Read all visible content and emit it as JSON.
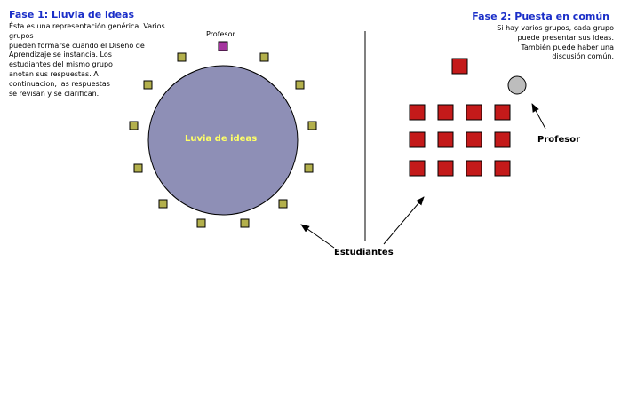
{
  "phase1": {
    "title": "Fase 1: Lluvia de ideas",
    "description": "Ésta es una representación genérica. Varios grupos\npueden formarse cuando el Diseño de\nAprendizaje se instancia. Los\nestudiantes del mismo grupo\nanotan sus respuestas. A\ncontinuacion, las respuestas\nse revisan y se clarifican.",
    "teacher_label": "Profesor",
    "circle_label": "Luvia de ideas",
    "student_count": 12
  },
  "phase2": {
    "title": "Fase 2: Puesta en común",
    "description": "Si hay varios grupos, cada grupo\npuede presentar sus ideas.\nTambién puede haber una\ndiscusión común.",
    "teacher_label": "Profesor",
    "grid_rows": 3,
    "grid_cols": 4
  },
  "students_label": "Estudiantes",
  "colors": {
    "title": "#1a2ec8",
    "circle_fill": "#8e8fb6",
    "circle_label": "#ffff66",
    "student_small": "#b3b04c",
    "teacher_small": "#a4349e",
    "student_big": "#c41a1a",
    "teacher_big": "#bdbdbd"
  }
}
